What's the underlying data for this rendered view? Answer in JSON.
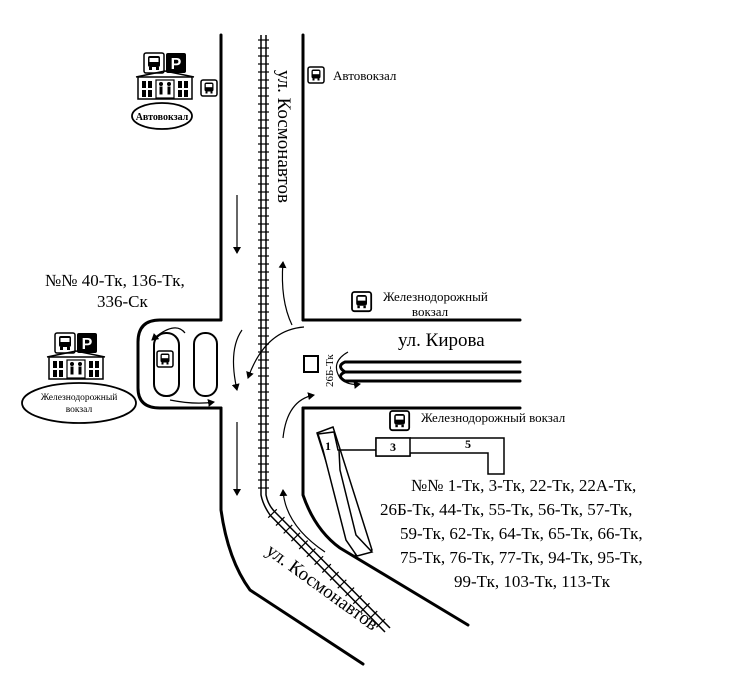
{
  "streets": {
    "kosmonavtov_top": "ул. Космонавтов",
    "kosmonavtov_bottom": "ул. Космонавтов",
    "kirova": "ул. Кирова"
  },
  "stops": {
    "avtovokzal_stop": "Автовокзал",
    "zhd_vokzal_top_line1": "Железнодорожный",
    "zhd_vokzal_top_line2": "вокзал",
    "zhd_vokzal_right": "Железнодорожный вокзал"
  },
  "terminals": {
    "avtovokzal": "Автовокзал",
    "zhd_line1": "Железнодорожный",
    "zhd_line2": "вокзал"
  },
  "routes_left": {
    "line1": "№№ 40-Тк, 136-Тк,",
    "line2": "336-Ск"
  },
  "routes_right": {
    "line1": "№№ 1-Тк, 3-Тк, 22-Тк, 22А-Тк,",
    "line2": "26Б-Тк, 44-Тк, 55-Тк, 56-Тк, 57-Тк,",
    "line3": "59-Тк, 62-Тк, 64-Тк, 65-Тк, 66-Тк,",
    "line4": "75-Тк, 76-Тк, 77-Тк, 94-Тк, 95-Тк,",
    "line5": "99-Тк, 103-Тк, 113-Тк"
  },
  "turn_route": "26Б-Тк",
  "platforms": {
    "p1": "1",
    "p3": "3",
    "p5": "5"
  },
  "icons": {
    "bus": "bus-icon",
    "parking_letter": "P",
    "building": "building-icon"
  }
}
